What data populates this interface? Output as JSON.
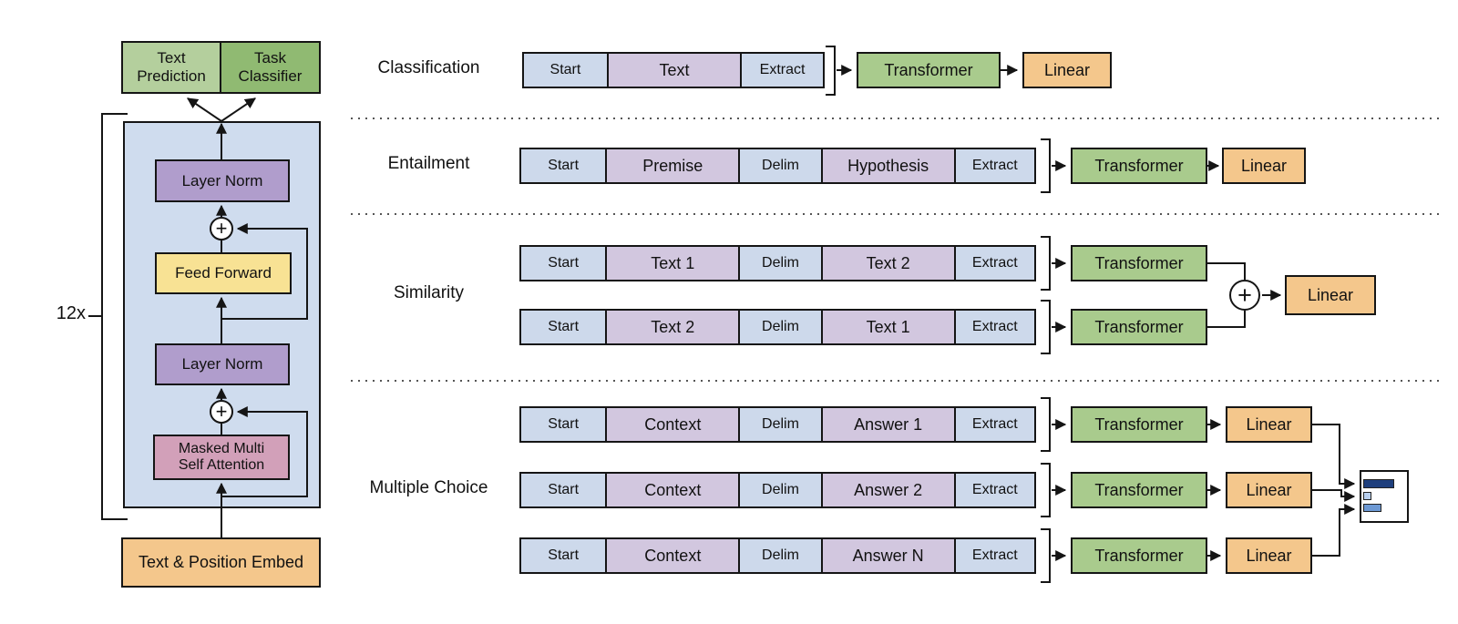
{
  "figure": {
    "description_visible_text_only": true,
    "colors": {
      "cell_blue": "#cdd9eb",
      "cell_lavender": "#d2c7df",
      "stack_background_blue": "#cfdcee",
      "transformer_green": "#a9cb8d",
      "text_prediction_green": "#b4cf9d",
      "task_classifier_green": "#90ba72",
      "layer_norm_purple": "#b09dcc",
      "feed_forward_yellow": "#f8e294",
      "attention_pink": "#d2a0b9",
      "linear_embed_orange": "#f4c78c",
      "score_bar_dark": "#1e3f7d",
      "score_bar_light": "#b9d0ef",
      "score_bar_medium": "#6d99d4",
      "line_black": "#151515"
    }
  },
  "left_model": {
    "repeat_label": "12x",
    "text_prediction": "Text Prediction",
    "task_classifier": "Task Classifier",
    "layer_norm_top": "Layer Norm",
    "feed_forward": "Feed Forward",
    "layer_norm_bottom": "Layer Norm",
    "attention_line1": "Masked Multi",
    "attention_line2": "Self Attention",
    "embed": "Text & Position Embed",
    "plus": "+"
  },
  "tasks": {
    "classification": {
      "label": "Classification",
      "tokens": [
        "Start",
        "Text",
        "Extract"
      ],
      "transformer": "Transformer",
      "linear": "Linear"
    },
    "entailment": {
      "label": "Entailment",
      "tokens": [
        "Start",
        "Premise",
        "Delim",
        "Hypothesis",
        "Extract"
      ],
      "transformer": "Transformer",
      "linear": "Linear"
    },
    "similarity": {
      "label": "Similarity",
      "row1_tokens": [
        "Start",
        "Text 1",
        "Delim",
        "Text 2",
        "Extract"
      ],
      "row2_tokens": [
        "Start",
        "Text 2",
        "Delim",
        "Text 1",
        "Extract"
      ],
      "transformer1": "Transformer",
      "transformer2": "Transformer",
      "plus": "+",
      "linear": "Linear"
    },
    "multiple_choice": {
      "label": "Multiple Choice",
      "rows": [
        {
          "tokens": [
            "Start",
            "Context",
            "Delim",
            "Answer 1",
            "Extract"
          ],
          "transformer": "Transformer",
          "linear": "Linear"
        },
        {
          "tokens": [
            "Start",
            "Context",
            "Delim",
            "Answer 2",
            "Extract"
          ],
          "transformer": "Transformer",
          "linear": "Linear"
        },
        {
          "tokens": [
            "Start",
            "Context",
            "Delim",
            "Answer N",
            "Extract"
          ],
          "transformer": "Transformer",
          "linear": "Linear"
        }
      ]
    }
  }
}
